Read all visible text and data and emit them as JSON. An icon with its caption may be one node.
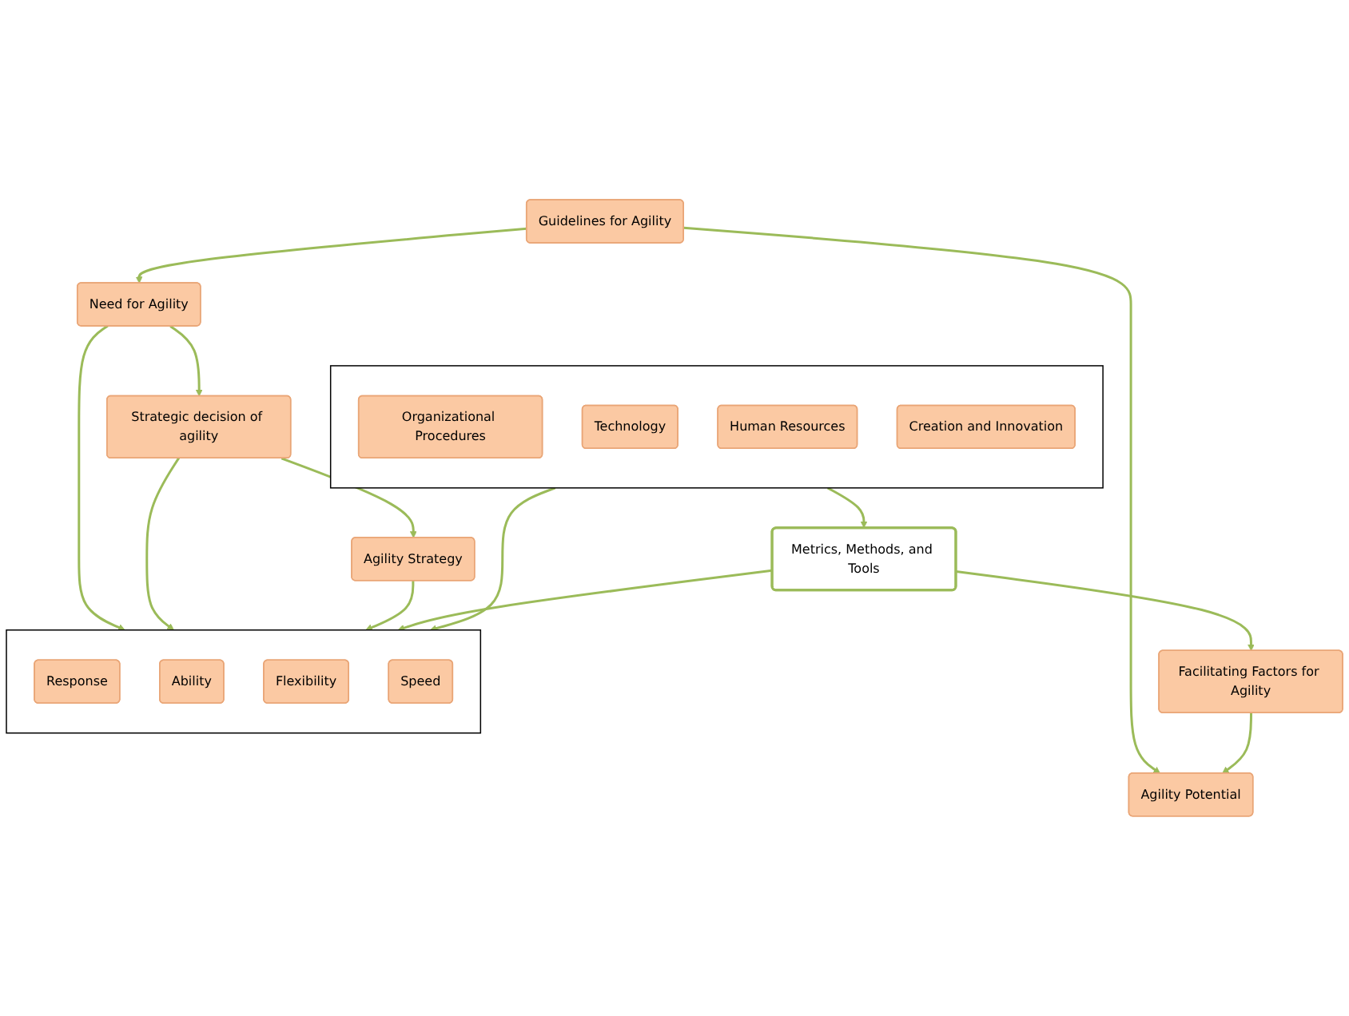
{
  "diagram": {
    "nodes": [
      {
        "text": [
          "Guidelines for Agility"
        ]
      },
      {
        "text": [
          "Agility Potential"
        ]
      },
      {
        "text": [
          "Facilitating Factors for Agility"
        ]
      },
      {
        "text": [
          "Need for Agility"
        ]
      },
      {
        "text": [
          "Strategic decision of agility"
        ]
      },
      {
        "text": [
          "Agility Strategy"
        ]
      },
      {
        "text": [],
        "shape": "box"
      },
      {
        "text": [
          "Response"
        ],
        "in": 6
      },
      {
        "text": [
          "Ability"
        ],
        "in": 6
      },
      {
        "text": [
          "Flexibility"
        ],
        "in": 6
      },
      {
        "text": [
          "Speed"
        ],
        "in": 6
      },
      {
        "text": [
          "Metrics, Methods, and Tools"
        ]
      },
      {
        "text": [],
        "shape": "box"
      },
      {
        "text": [
          "Organizational Procedures"
        ],
        "in": 12
      },
      {
        "text": [
          "Technology"
        ],
        "in": 12
      },
      {
        "text": [
          "Human Resources"
        ],
        "in": 12
      },
      {
        "text": [
          "Creation and Innovation"
        ],
        "in": 12
      }
    ],
    "edges": [
      {
        "from": 0,
        "to": 1,
        "arrow": "to"
      },
      {
        "from": 2,
        "to": 1,
        "arrow": "to"
      },
      {
        "from": 0,
        "to": 3,
        "arrow": "to"
      },
      {
        "from": 3,
        "to": 4,
        "arrow": "to"
      },
      {
        "from": 4,
        "to": 5,
        "arrow": "to"
      },
      {
        "from": 3,
        "to": 6,
        "arrow": "to"
      },
      {
        "from": 4,
        "to": 6,
        "arrow": "to"
      },
      {
        "from": 5,
        "to": 6,
        "arrow": "to"
      },
      {
        "from": 11,
        "to": 6,
        "arrow": "to"
      },
      {
        "from": 11,
        "to": 2,
        "arrow": "to"
      },
      {
        "from": 12,
        "to": 11,
        "arrow": "to"
      },
      {
        "from": 12,
        "to": 6,
        "arrow": "to"
      }
    ]
  }
}
